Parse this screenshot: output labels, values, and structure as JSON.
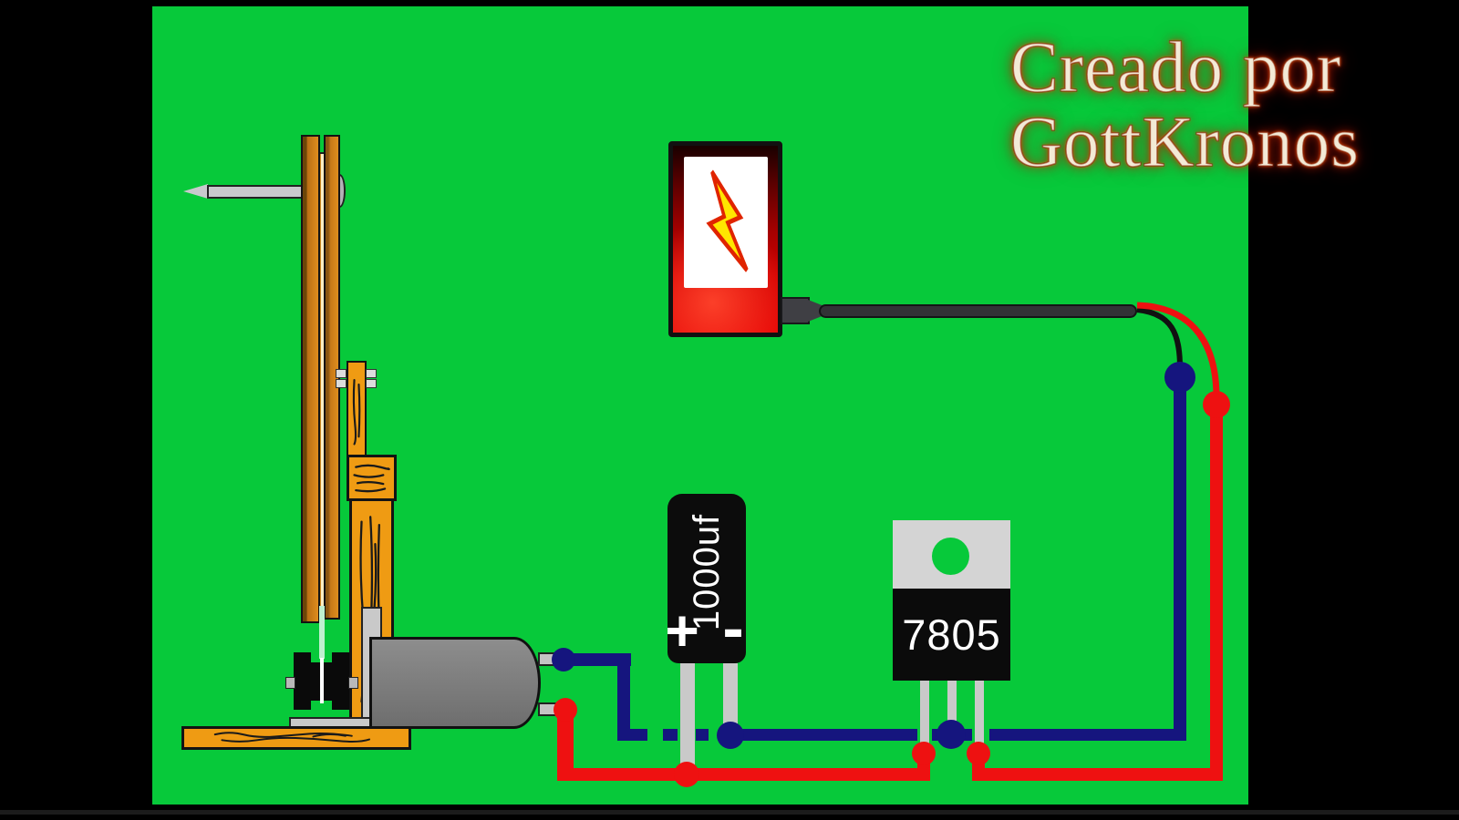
{
  "watermark": {
    "line1": "Creado por",
    "line2": "GottKronos"
  },
  "capacitor": {
    "value": "1000uf",
    "positive": "+",
    "negative": "-"
  },
  "regulator": {
    "part_number": "7805"
  },
  "icons": {
    "phone_screen": "lightning-bolt-icon"
  },
  "colors": {
    "background": "#000000",
    "canvas_green": "#07c93a",
    "wire_negative_navy": "#15157e",
    "wire_positive_red": "#ee1111",
    "wood_orange": "#ef9b13",
    "motor_gray": "#7d7d7d",
    "phone_red": "#d40000",
    "bolt_yellow": "#ffe600",
    "bolt_outline": "#e02400",
    "component_black": "#0b0b0b",
    "metal_gray": "#c9c9c9",
    "watermark_cream": "#f3ead6"
  }
}
